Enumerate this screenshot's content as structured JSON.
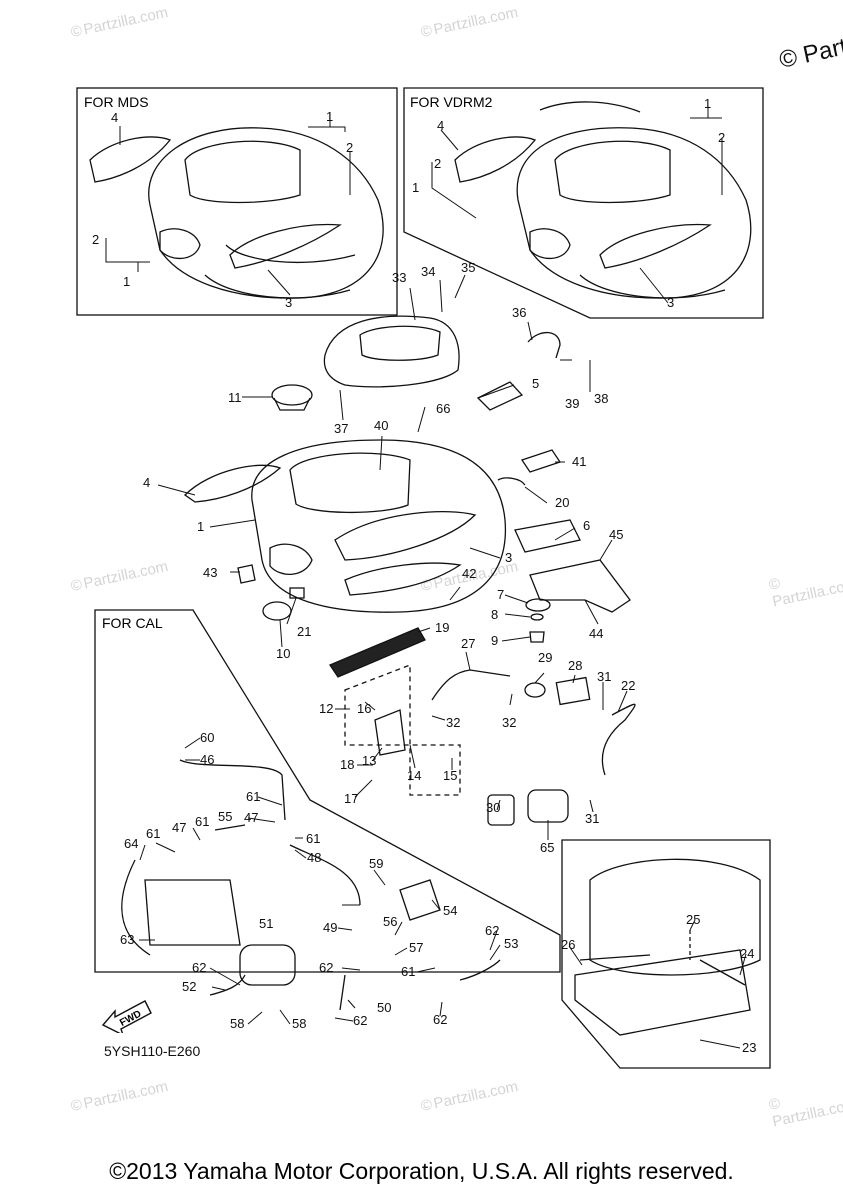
{
  "boxes": {
    "mds": "FOR MDS",
    "vdrm2": "FOR VDRM2",
    "cal": "FOR CAL"
  },
  "diagram_code": "5YSH110-E260",
  "fwd_label": "FWD",
  "watermark": "Partzilla.com",
  "corner_mark": "© Part",
  "footer": "©2013 Yamaha Motor Corporation, U.S.A. All rights reserved.",
  "callouts": {
    "mds": [
      "1",
      "2",
      "4",
      "2",
      "1",
      "3"
    ],
    "vdrm2": [
      "1",
      "2",
      "4",
      "2",
      "1",
      "3"
    ],
    "main": [
      "33",
      "34",
      "35",
      "36",
      "11",
      "37",
      "5",
      "66",
      "39",
      "38",
      "40",
      "41",
      "4",
      "20",
      "1",
      "6",
      "45",
      "3",
      "43",
      "42",
      "7",
      "44",
      "21",
      "8",
      "10",
      "19",
      "9",
      "27",
      "29",
      "28",
      "31",
      "22",
      "12",
      "16",
      "32",
      "32",
      "18",
      "13",
      "14",
      "15",
      "17",
      "30",
      "31",
      "65"
    ],
    "cal": [
      "60",
      "46",
      "61",
      "47",
      "61",
      "55",
      "64",
      "47",
      "61",
      "48",
      "59",
      "61",
      "54",
      "51",
      "49",
      "56",
      "62",
      "53",
      "63",
      "57",
      "62",
      "61",
      "62",
      "52",
      "58",
      "58",
      "50",
      "62",
      "62"
    ],
    "mat": [
      "25",
      "26",
      "24",
      "23"
    ]
  }
}
